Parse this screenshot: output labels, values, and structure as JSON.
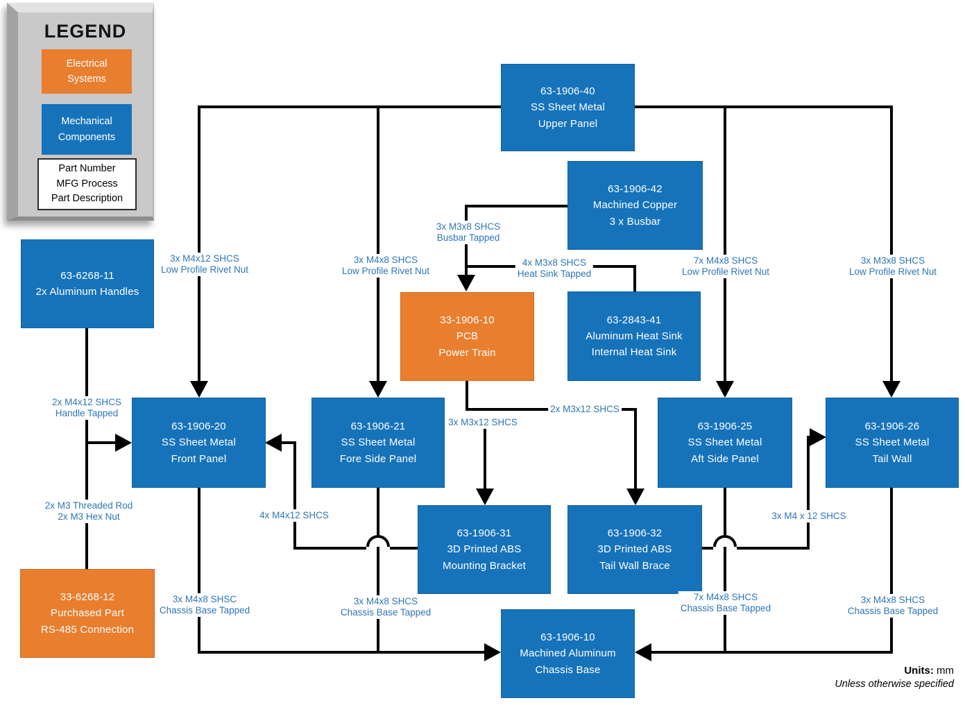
{
  "legend": {
    "title": "LEGEND",
    "electrical": {
      "line1": "Electrical",
      "line2": "Systems"
    },
    "mechanical": {
      "line1": "Mechanical",
      "line2": "Components"
    },
    "key": {
      "line1": "Part Number",
      "line2": "MFG Process",
      "line3": "Part Description"
    }
  },
  "nodes": {
    "upper_panel": {
      "part_number": "63-1906-40",
      "process": "SS Sheet Metal",
      "description": "Upper Panel",
      "type": "mechanical"
    },
    "busbar": {
      "part_number": "63-1906-42",
      "process": "Machined Copper",
      "description": "3 x Busbar",
      "type": "mechanical"
    },
    "pcb": {
      "part_number": "33-1906-10",
      "process": "PCB",
      "description": "Power Train",
      "type": "electrical"
    },
    "heat_sink": {
      "part_number": "63-2843-41",
      "process": "Aluminum Heat Sink",
      "description": "Internal Heat Sink",
      "type": "mechanical"
    },
    "handles": {
      "part_number": "63-6268-11",
      "description": "2x Aluminum Handles",
      "type": "mechanical"
    },
    "front_panel": {
      "part_number": "63-1906-20",
      "process": "SS Sheet Metal",
      "description": "Front Panel",
      "type": "mechanical"
    },
    "fore_side_panel": {
      "part_number": "63-1906-21",
      "process": "SS Sheet Metal",
      "description": "Fore Side Panel",
      "type": "mechanical"
    },
    "aft_side_panel": {
      "part_number": "63-1906-25",
      "process": "SS Sheet Metal",
      "description": "Aft Side Panel",
      "type": "mechanical"
    },
    "tail_wall": {
      "part_number": "63-1906-26",
      "process": "SS Sheet Metal",
      "description": "Tail Wall",
      "type": "mechanical"
    },
    "mounting_bracket": {
      "part_number": "63-1906-31",
      "process": "3D Printed ABS",
      "description": "Mounting Bracket",
      "type": "mechanical"
    },
    "tail_wall_brace": {
      "part_number": "63-1906-32",
      "process": "3D Printed ABS",
      "description": "Tail Wall Brace",
      "type": "mechanical"
    },
    "rs485": {
      "part_number": "33-6268-12",
      "process": "Purchased Part",
      "description": "RS-485 Connection",
      "type": "electrical"
    },
    "chassis_base": {
      "part_number": "63-1906-10",
      "process": "Machined Aluminum",
      "description": "Chassis Base",
      "type": "mechanical"
    }
  },
  "labels": {
    "front_top": {
      "line1": "3x M4x12 SHCS",
      "line2": "Low Profile Rivet Nut"
    },
    "fore_top": {
      "line1": "3x M4x8 SHCS",
      "line2": "Low Profile Rivet Nut"
    },
    "aft_top": {
      "line1": "7x M4x8 SHCS",
      "line2": "Low Profile Rivet Nut"
    },
    "tail_top": {
      "line1": "3x M3x8 SHCS",
      "line2": "Low Profile Rivet Nut"
    },
    "busbar_pcb": {
      "line1": "3x M3x8 SHCS",
      "line2": "Busbar Tapped"
    },
    "heat_sink": {
      "line1": "4x M3x8 SHCS",
      "line2": "Heat Sink Tapped"
    },
    "handle": {
      "line1": "2x M4x12 SHCS",
      "line2": "Handle Tapped"
    },
    "threaded_rod": {
      "line1": "2x M3 Threaded Rod",
      "line2": "2x M3 Hex Nut"
    },
    "pcb_bracket": {
      "line1": "3x M3x12 SHCS"
    },
    "pcb_brace": {
      "line1": "2x M3x12 SHCS"
    },
    "bracket_front": {
      "line1": "4x M4x12 SHCS"
    },
    "brace_tail": {
      "line1": "3x M4 x 12 SHCS"
    },
    "front_base": {
      "line1": "3x M4x8 SHSC",
      "line2": "Chassis Base Tapped"
    },
    "fore_base": {
      "line1": "3x M4x8 SHCS",
      "line2": "Chassis Base Tapped"
    },
    "aft_base": {
      "line1": "7x M4x8 SHCS",
      "line2": "Chassis Base Tapped"
    },
    "tail_base": {
      "line1": "3x M4x8 SHCS",
      "line2": "Chassis Base Tapped"
    }
  },
  "connections": [
    {
      "from": "63-1906-40",
      "to": "63-1906-20",
      "fastener": "3x M4x12 SHCS",
      "method": "Low Profile Rivet Nut"
    },
    {
      "from": "63-1906-40",
      "to": "63-1906-21",
      "fastener": "3x M4x8 SHCS",
      "method": "Low Profile Rivet Nut"
    },
    {
      "from": "63-1906-40",
      "to": "63-1906-25",
      "fastener": "7x M4x8 SHCS",
      "method": "Low Profile Rivet Nut"
    },
    {
      "from": "63-1906-40",
      "to": "63-1906-26",
      "fastener": "3x M3x8 SHCS",
      "method": "Low Profile Rivet Nut"
    },
    {
      "from": "63-1906-42",
      "to": "33-1906-10",
      "fastener": "3x M3x8 SHCS",
      "method": "Busbar Tapped"
    },
    {
      "from": "63-1906-42",
      "to": "63-2843-41",
      "fastener": "4x M3x8 SHCS",
      "method": "Heat Sink Tapped"
    },
    {
      "from": "63-6268-11",
      "to": "63-1906-20",
      "fastener": "2x M4x12 SHCS",
      "method": "Handle Tapped"
    },
    {
      "from": "63-6268-11",
      "to": "33-6268-12",
      "fastener": "2x M3 Threaded Rod",
      "method": "2x M3 Hex Nut"
    },
    {
      "from": "33-1906-10",
      "to": "63-1906-31",
      "fastener": "3x M3x12 SHCS",
      "method": ""
    },
    {
      "from": "33-1906-10",
      "to": "63-1906-32",
      "fastener": "2x M3x12 SHCS",
      "method": ""
    },
    {
      "from": "63-1906-31",
      "to": "63-1906-20",
      "fastener": "4x M4x12 SHCS",
      "method": ""
    },
    {
      "from": "63-1906-32",
      "to": "63-1906-26",
      "fastener": "3x M4 x 12 SHCS",
      "method": ""
    },
    {
      "from": "63-1906-20",
      "to": "63-1906-10",
      "fastener": "3x M4x8 SHSC",
      "method": "Chassis Base Tapped"
    },
    {
      "from": "63-1906-21",
      "to": "63-1906-10",
      "fastener": "3x M4x8 SHCS",
      "method": "Chassis Base Tapped"
    },
    {
      "from": "63-1906-25",
      "to": "63-1906-10",
      "fastener": "7x M4x8 SHCS",
      "method": "Chassis Base Tapped"
    },
    {
      "from": "63-1906-26",
      "to": "63-1906-10",
      "fastener": "3x M4x8 SHCS",
      "method": "Chassis Base Tapped"
    }
  ],
  "footnote": {
    "units_label": "Units:",
    "units_value": " mm",
    "note": "Unless otherwise specified"
  },
  "colors": {
    "electrical": "#E87E2E",
    "mechanical": "#1673BA",
    "label_text": "#2E75B6",
    "line": "#000000",
    "legend_bg": "#C9C9C9"
  }
}
